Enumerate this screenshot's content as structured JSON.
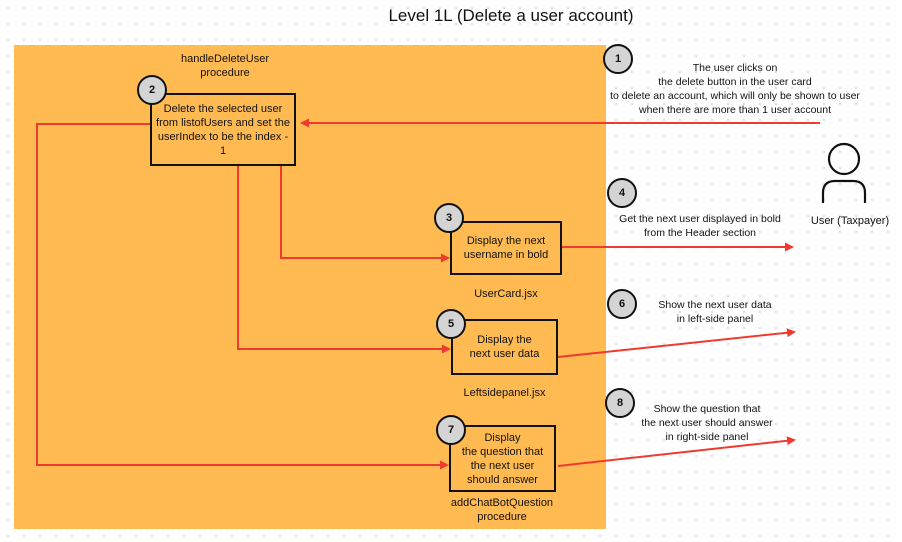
{
  "title": "Level 1L (Delete a user account)",
  "colors": {
    "panel": "#ffbb52",
    "arrow": "#f03a30",
    "badge": "#d4d4d4"
  },
  "panel": {
    "procedure_label": "handleDeleteUser\nprocedure"
  },
  "steps": {
    "s1": {
      "number": "1",
      "text": "The user clicks on\nthe delete button in the user card\nto delete an account, which will only be shown to user\nwhen there are more than 1 user account"
    },
    "s2": {
      "number": "2",
      "text": "Delete the selected user from listofUsers and set the userIndex to be the index - 1"
    },
    "s3": {
      "number": "3",
      "text": "Display the next username in bold"
    },
    "s4": {
      "number": "4",
      "text": "Get the next user displayed in bold\nfrom the Header section"
    },
    "s5": {
      "number": "5",
      "text": "Display the\nnext user data"
    },
    "s6": {
      "number": "6",
      "text": "Show the next user data\nin left-side panel"
    },
    "s7": {
      "number": "7",
      "text": "Display\nthe question that\nthe next user\nshould answer"
    },
    "s8": {
      "number": "8",
      "text": "Show the question that\nthe next user should answer\nin right-side panel"
    }
  },
  "components": {
    "usercard": "UserCard.jsx",
    "leftpanel": "Leftsidepanel.jsx",
    "chatbot": "addChatBotQuestion\nprocedure"
  },
  "actor": {
    "label": "User (Taxpayer)",
    "icon": "user-icon"
  }
}
